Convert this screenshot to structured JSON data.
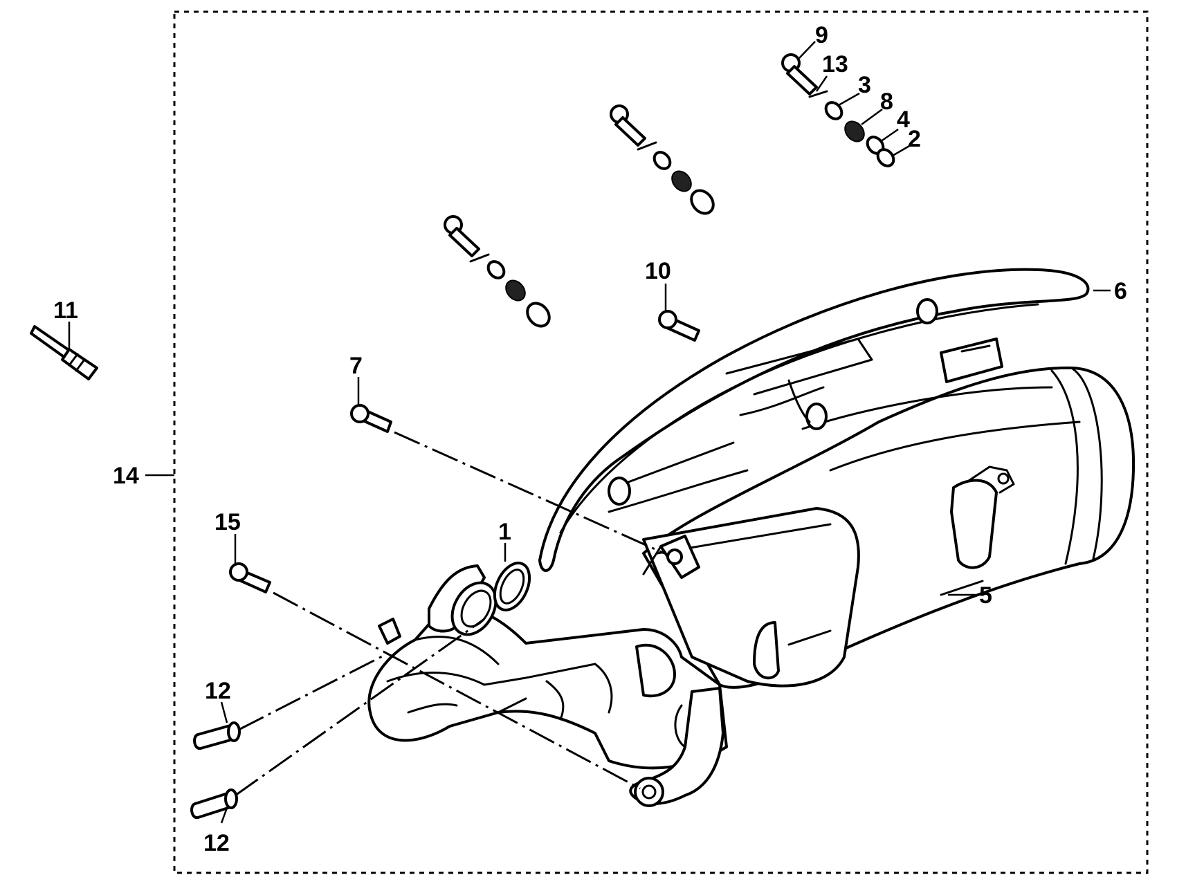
{
  "labels": {
    "p1": "1",
    "p2": "2",
    "p3": "3",
    "p4": "4",
    "p5": "5",
    "p6": "6",
    "p7": "7",
    "p8": "8",
    "p9": "9",
    "p10": "10",
    "p11": "11",
    "p12_top": "12",
    "p12_bottom": "12",
    "p13": "13",
    "p14": "14",
    "p15": "15"
  }
}
